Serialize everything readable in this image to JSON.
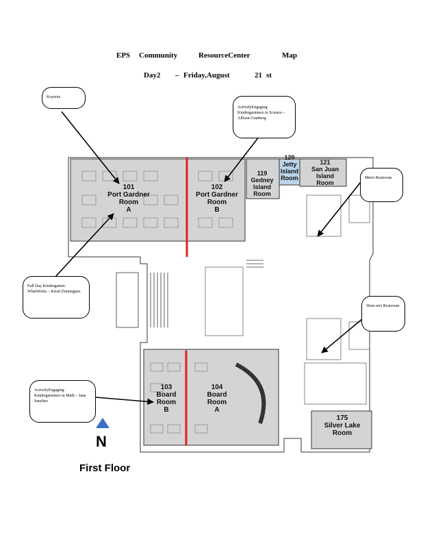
{
  "header": {
    "line1": [
      "EPS",
      "Community",
      "ResourceCenter",
      "Map"
    ],
    "line2": [
      "Day2",
      "–",
      "Friday,August",
      "21",
      "st"
    ]
  },
  "rooms": {
    "r101": {
      "num": "101",
      "name1": "Port Gardner",
      "name2": "Room",
      "name3": "A"
    },
    "r102": {
      "num": "102",
      "name1": "Port Gardner",
      "name2": "Room",
      "name3": "B"
    },
    "r119": {
      "num": "119",
      "name1": "Gedney",
      "name2": "Island",
      "name3": "Room"
    },
    "r120": {
      "num": "120",
      "name1": "Jetty",
      "name2": "Island",
      "name3": "Room"
    },
    "r121": {
      "num": "121",
      "name1": "San Juan",
      "name2": "Island",
      "name3": "Room"
    },
    "r103": {
      "num": "103",
      "name1": "Board",
      "name2": "Room",
      "name3": "B"
    },
    "r104": {
      "num": "104",
      "name1": "Board",
      "name2": "Room",
      "name3": "A"
    },
    "r175": {
      "num": "175",
      "name1": "Silver Lake",
      "name2": "Room"
    }
  },
  "callouts": {
    "keynote": "Keynote",
    "science": "ActivelyEngaging Kindergarteners in Science – Allison Granberg",
    "fullday": "Full Day Kindergarten: WhatWorks – Kristi Dominguez",
    "math": "ActivelyEngaging Kindergarteners in Math – Jana Sanchez",
    "mens": "Men's Restroom",
    "womens": "Wom en's Restroom"
  },
  "compass": "N",
  "floor": "First Floor",
  "colors": {
    "divider": "#e0201e",
    "room_fill": "#d4d4d4",
    "highlight": "#bcd3ea",
    "compass": "#3a6fc4"
  }
}
